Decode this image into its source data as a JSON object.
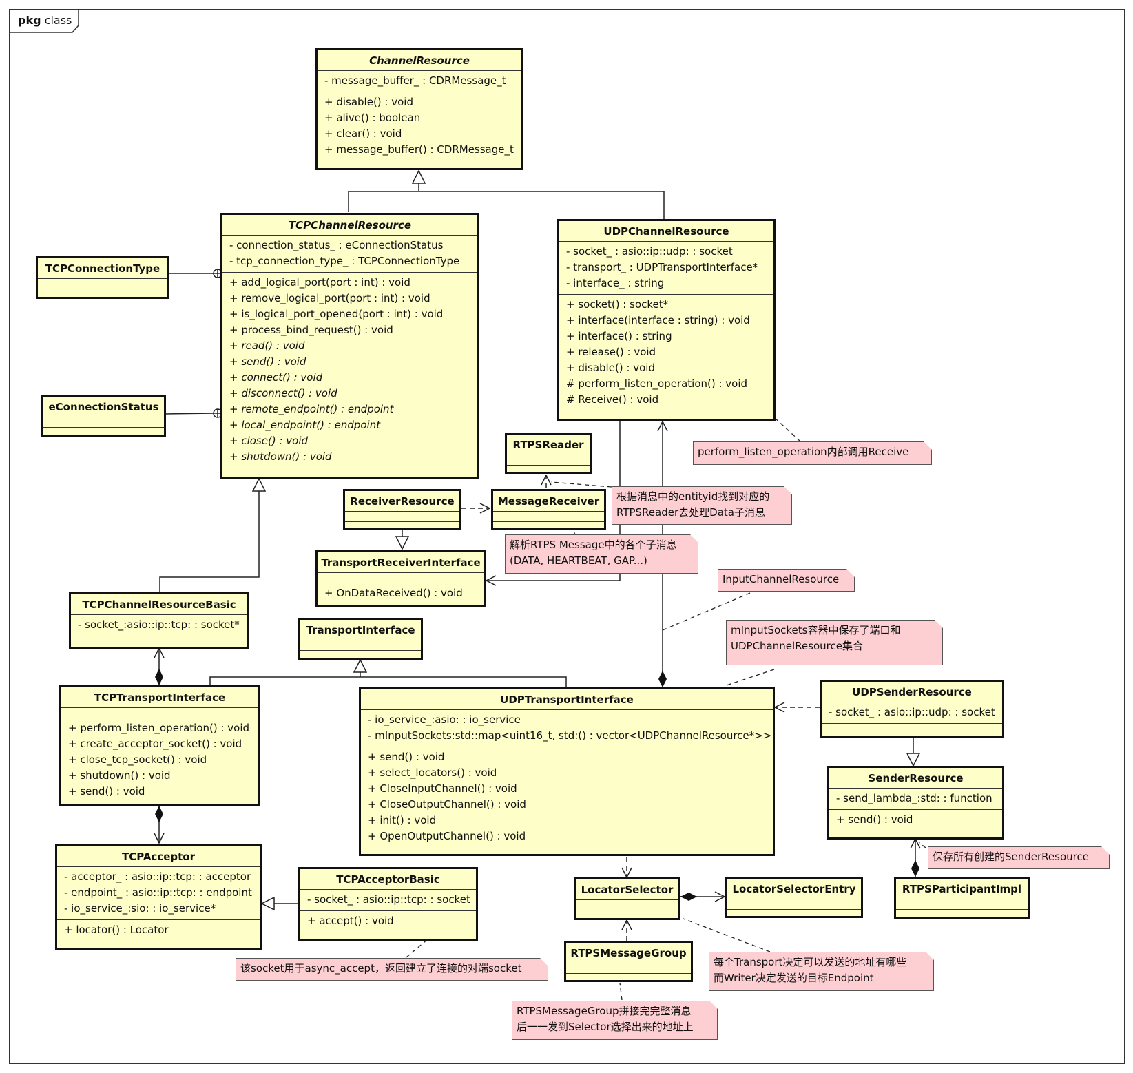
{
  "package": {
    "keyword": "pkg",
    "name": "class"
  },
  "classes": {
    "channel_resource": {
      "name": "ChannelResource",
      "attributes": [
        "- message_buffer_ : CDRMessage_t"
      ],
      "operations": [
        "+ disable() : void",
        "+ alive() : boolean",
        "+ clear() : void",
        "+ message_buffer() : CDRMessage_t"
      ]
    },
    "tcp_channel_resource": {
      "name": "TCPChannelResource",
      "attributes": [
        "- connection_status_ : eConnectionStatus",
        "- tcp_connection_type_ : TCPConnectionType"
      ],
      "operations": [
        "+ add_logical_port(port : int) : void",
        "+ remove_logical_port(port : int) : void",
        "+ is_logical_port_opened(port : int) : void",
        "+ process_bind_request() : void"
      ],
      "abstract_operations": [
        "+ read() : void",
        "+ send() : void",
        "+ connect() : void",
        "+ disconnect() : void",
        "+ remote_endpoint() : endpoint",
        "+ local_endpoint() : endpoint",
        "+ close() : void",
        "+ shutdown() : void"
      ]
    },
    "udp_channel_resource": {
      "name": "UDPChannelResource",
      "attributes": [
        "- socket_ : asio::ip::udp: : socket",
        "- transport_ : UDPTransportInterface*",
        "- interface_ : string"
      ],
      "operations": [
        "+ socket() : socket*",
        "+ interface(interface : string) : void",
        "+ interface() : string",
        "+ release() : void",
        "+ disable() : void",
        "# perform_listen_operation() : void",
        "# Receive() : void"
      ]
    },
    "tcp_connection_type": {
      "name": "TCPConnectionType"
    },
    "e_connection_status": {
      "name": "eConnectionStatus"
    },
    "rtps_reader": {
      "name": "RTPSReader"
    },
    "receiver_resource": {
      "name": "ReceiverResource"
    },
    "message_receiver": {
      "name": "MessageReceiver"
    },
    "transport_receiver_interface": {
      "name": "TransportReceiverInterface",
      "operations": [
        "+ OnDataReceived() : void"
      ]
    },
    "tcp_channel_resource_basic": {
      "name": "TCPChannelResourceBasic",
      "attributes": [
        "- socket_:asio::ip::tcp: : socket*"
      ]
    },
    "transport_interface": {
      "name": "TransportInterface"
    },
    "tcp_transport_interface": {
      "name": "TCPTransportInterface",
      "operations": [
        "+ perform_listen_operation() : void",
        "+ create_acceptor_socket() : void",
        "+ close_tcp_socket() : void",
        "+ shutdown() : void",
        "+ send() : void"
      ]
    },
    "udp_transport_interface": {
      "name": "UDPTransportInterface",
      "attributes": [
        "- io_service_:asio: : io_service",
        "- mInputSockets:std::map<uint16_t, std:() : vector<UDPChannelResource*>>"
      ],
      "operations": [
        "+ send() : void",
        "+ select_locators() : void",
        "+ CloseInputChannel() : void",
        "+ CloseOutputChannel() : void",
        "+ init() : void",
        "+ OpenOutputChannel() : void"
      ]
    },
    "udp_sender_resource": {
      "name": "UDPSenderResource",
      "attributes": [
        "- socket_ : asio::ip::udp: : socket"
      ]
    },
    "sender_resource": {
      "name": "SenderResource",
      "attributes": [
        "- send_lambda_:std: : function"
      ],
      "operations": [
        "+ send() : void"
      ]
    },
    "tcp_acceptor": {
      "name": "TCPAcceptor",
      "attributes": [
        "- acceptor_ : asio::ip::tcp: : acceptor",
        "- endpoint_ : asio::ip::tcp: : endpoint",
        "- io_service_:sio: : io_service*"
      ],
      "operations": [
        "+ locator() : Locator"
      ]
    },
    "tcp_acceptor_basic": {
      "name": "TCPAcceptorBasic",
      "attributes": [
        "- socket_ : asio::ip::tcp: : socket"
      ],
      "operations": [
        "+ accept() : void"
      ]
    },
    "locator_selector": {
      "name": "LocatorSelector"
    },
    "locator_selector_entry": {
      "name": "LocatorSelectorEntry"
    },
    "rtps_participant_impl": {
      "name": "RTPSParticipantImpl"
    },
    "rtps_message_group": {
      "name": "RTPSMessageGroup"
    }
  },
  "notes": {
    "perform_listen": "perform_listen_operation内部调用Receive",
    "entityid": "根据消息中的entityid找到对应的\nRTPSReader去处理Data子消息",
    "parse_rtps": "解析RTPS Message中的各个子消息\n(DATA, HEARTBEAT, GAP...)",
    "input_channel": "InputChannelResource",
    "minputsockets": "mInputSockets容器中保存了端口和\nUDPChannelResource集合",
    "save_sender": "保存所有创建的SenderResource",
    "async_accept": "该socket用于async_accept，返回建立了连接的对端socket",
    "transport_writer": "每个Transport决定可以发送的地址有哪些\n而Writer决定发送的目标Endpoint",
    "message_group": "RTPSMessageGroup拼接完完整消息\n后一一发到Selector选择出来的地址上"
  },
  "colors": {
    "class_fill": "#fefec8",
    "note_fill": "#fdcfd3",
    "line": "#222222"
  }
}
